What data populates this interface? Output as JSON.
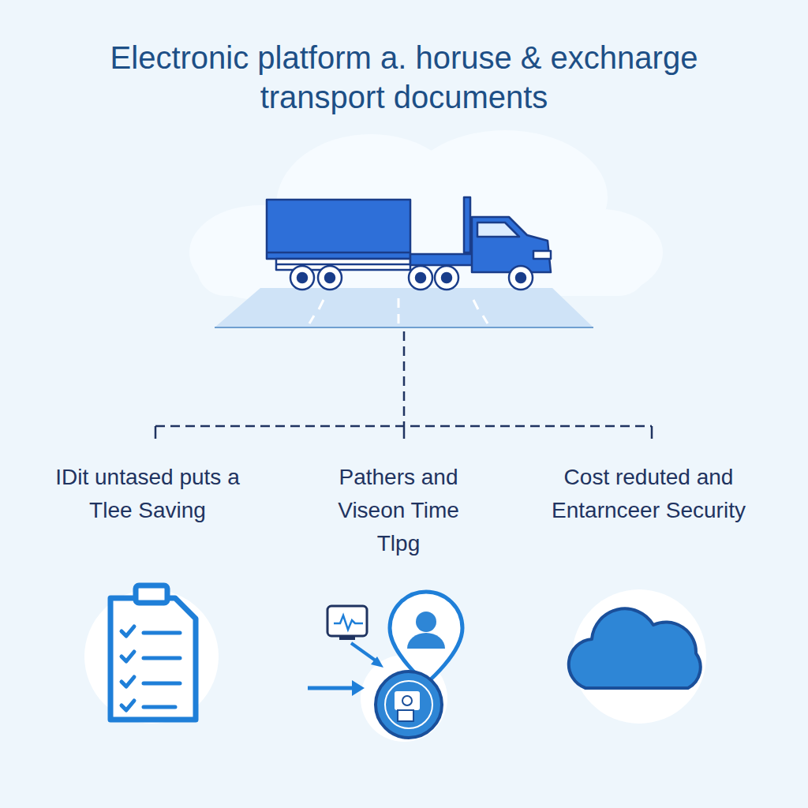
{
  "diagram": {
    "title": "Electronic platform a. horuse & exchnarge transport documents",
    "labels": [
      "IDit untased puts a Tlee Saving",
      "Pathers and Viseon Time Tlpg",
      "Cost reduted and Entarnceer Security"
    ]
  }
}
